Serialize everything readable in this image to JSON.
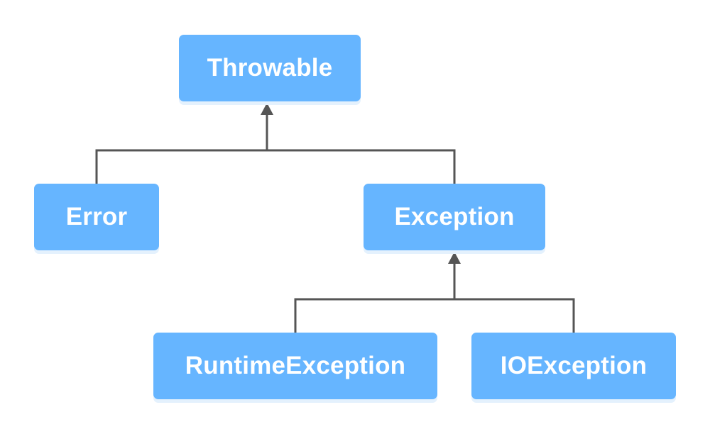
{
  "nodes": {
    "throwable": "Throwable",
    "error": "Error",
    "exception": "Exception",
    "runtime_exception": "RuntimeException",
    "io_exception": "IOException"
  },
  "colors": {
    "node_fill": "#66b5ff",
    "node_text": "#ffffff",
    "connector": "#555555"
  },
  "edges": [
    {
      "from": "error",
      "to": "throwable"
    },
    {
      "from": "exception",
      "to": "throwable"
    },
    {
      "from": "runtime_exception",
      "to": "exception"
    },
    {
      "from": "io_exception",
      "to": "exception"
    }
  ]
}
